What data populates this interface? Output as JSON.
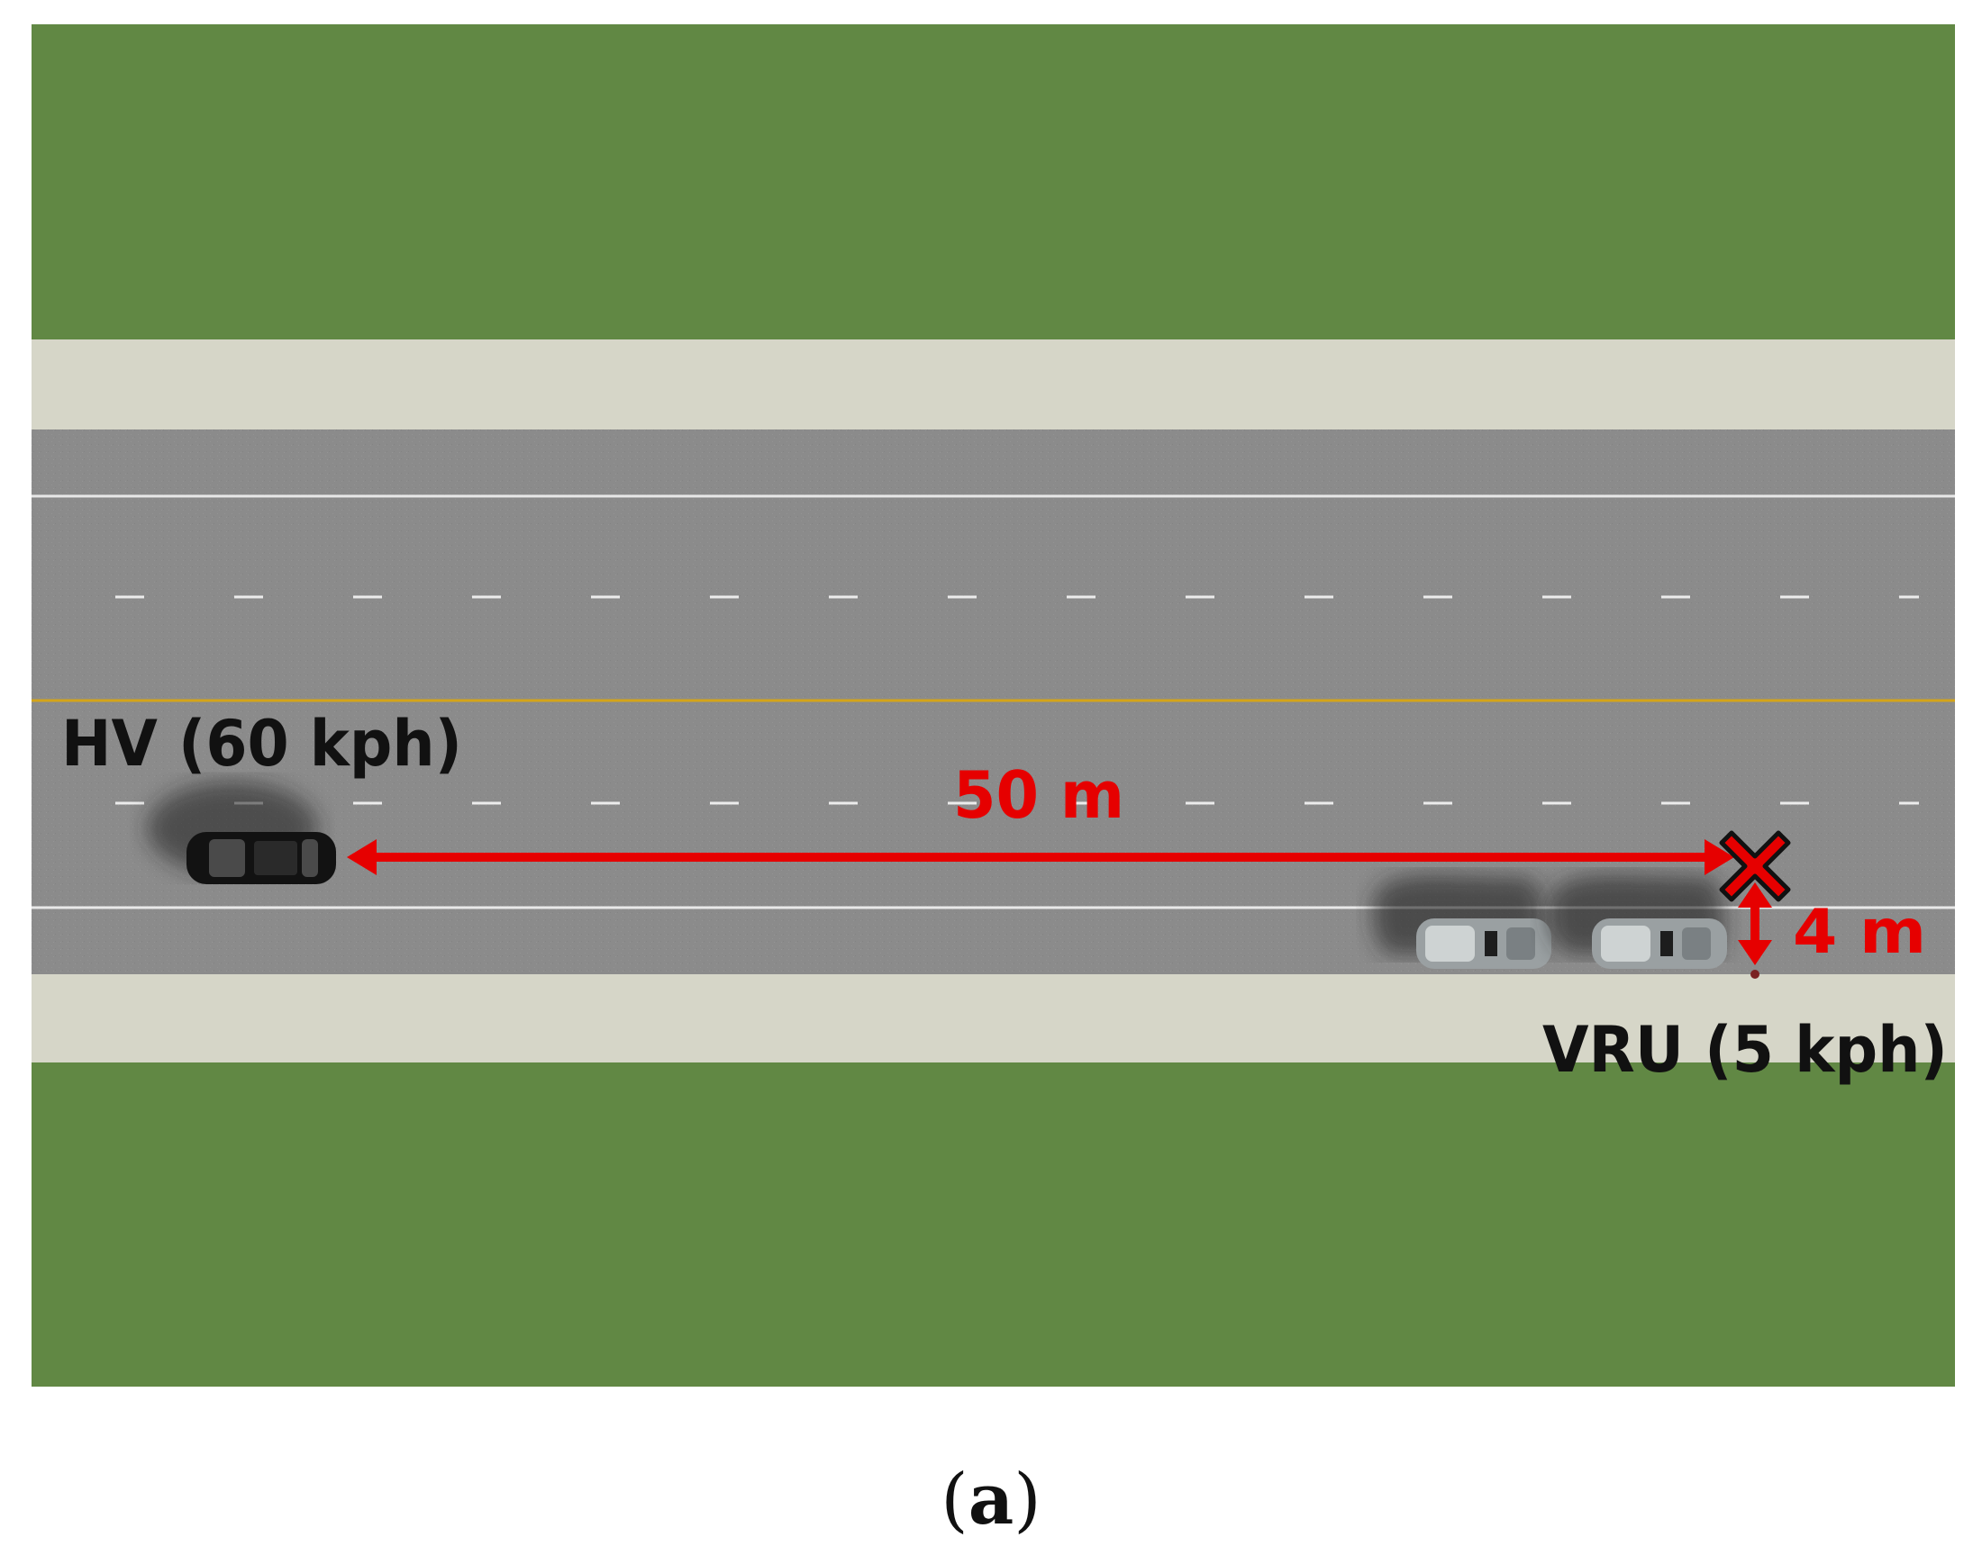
{
  "hv": {
    "label": "HV (60 kph)"
  },
  "vru": {
    "label": "VRU (5 kph)"
  },
  "distance_long": {
    "label": "50 m"
  },
  "distance_lat": {
    "label": "4 m"
  },
  "caption": {
    "open": "(",
    "letter": "a",
    "close": ")"
  },
  "colors": {
    "grass": "#618844",
    "sidewalk": "#d6d6c8",
    "road": "#8a8a8a",
    "lane_line": "#e8e8e8",
    "center_line": "#d4a419",
    "annotation": "#e60000",
    "text": "#111111"
  }
}
